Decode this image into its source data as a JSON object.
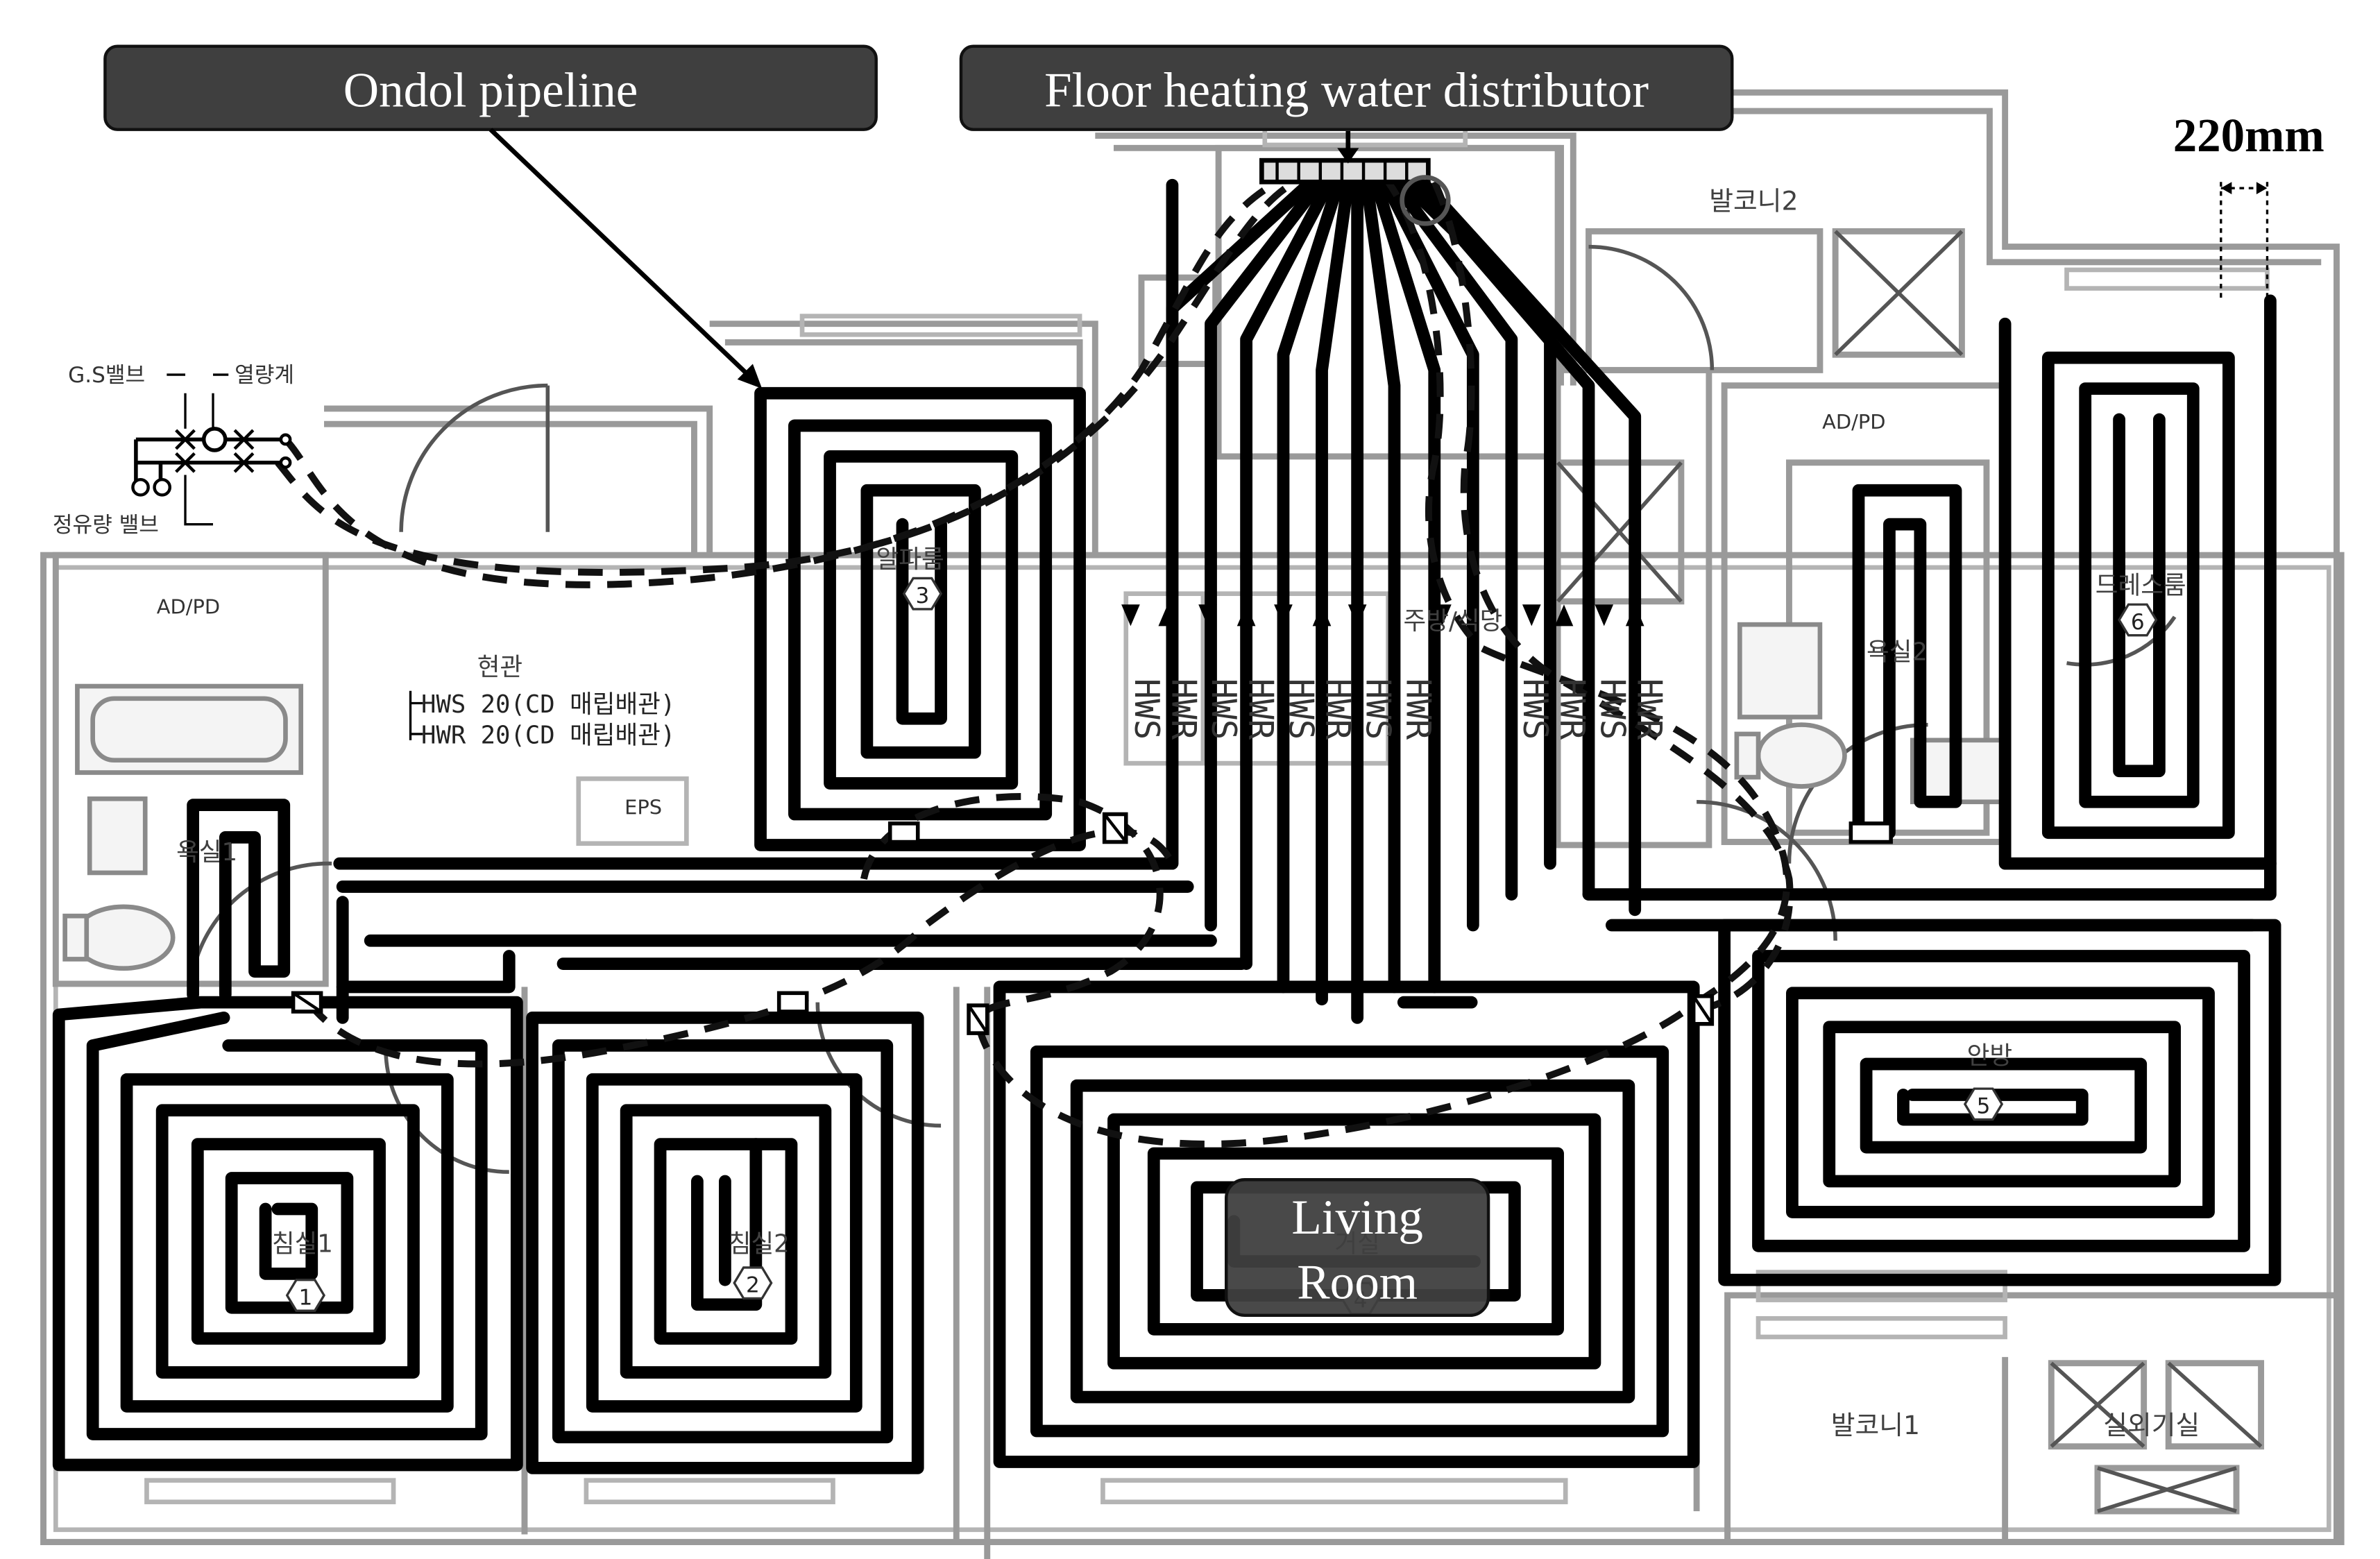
{
  "callouts": {
    "ondol": "Ondol pipeline",
    "distributor": "Floor heating water distributor",
    "living_line1": "Living",
    "living_line2": "Room",
    "dimension": "220mm"
  },
  "rooms": {
    "balcony2": "발코니2",
    "ad_pd_right": "AD/PD",
    "ad_pd_left": "AD/PD",
    "alpha_room": "알파룸",
    "entrance": "현관",
    "kitchen": "주방/식당",
    "bath2": "욕실2",
    "dress_room": "드레스룸",
    "bath1": "욕실1",
    "eps": "EPS",
    "bedroom1": "침실1",
    "bedroom2": "침실2",
    "living": "거실",
    "master": "안방",
    "balcony1": "발코니1",
    "outdoor_unit": "실외기실"
  },
  "circuits": [
    "1",
    "2",
    "3",
    "4",
    "5",
    "6"
  ],
  "valve_labels": {
    "gs_valve": "G.S밸브",
    "heat_meter": "열량계",
    "flow_valve": "정유량 밸브"
  },
  "pipe_specs": {
    "hws": "HWS 20(CD 매립배관)",
    "hwr": "HWR 20(CD 매립배관)"
  },
  "riser_labels": [
    "HWS",
    "HWR",
    "HWS",
    "HWR",
    "HWS",
    "HWR",
    "HWS",
    "HWR",
    "HWS",
    "HWR",
    "HWS",
    "HWR"
  ]
}
